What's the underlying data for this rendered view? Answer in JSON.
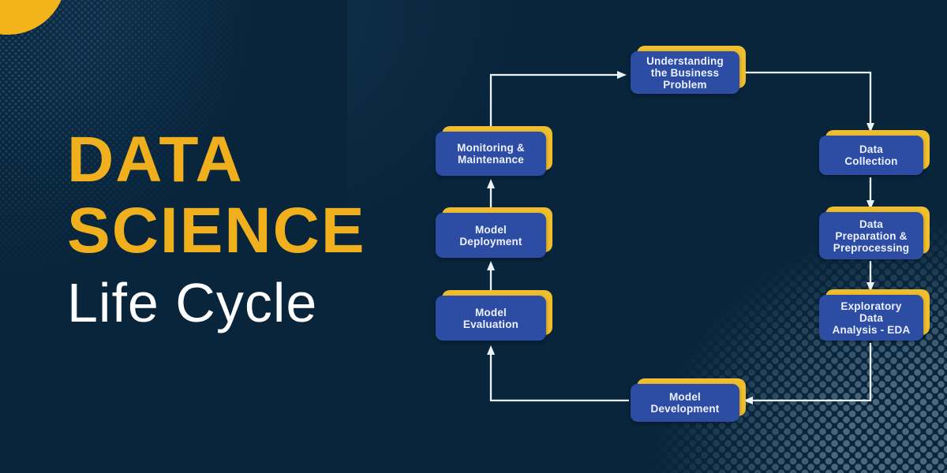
{
  "title": {
    "line1": "DATA",
    "line2": "SCIENCE",
    "subtitle": "Life Cycle"
  },
  "colors": {
    "background_navy": "#08253C",
    "title_yellow": "#F0B01E",
    "accent_yellow": "#EFBE2F",
    "corner_circle_yellow": "#F2B31B",
    "node_blue": "#2D4DA4",
    "node_text": "#EDF1FF",
    "connector_white": "#EDF3F4",
    "halftone_dots_top_left": "#1E425F",
    "halftone_dots_bottom_right": "#8AAABF"
  },
  "flowchart": {
    "nodes": [
      {
        "id": "understanding-the-business-problem",
        "label": [
          "Understanding",
          "the Business",
          "Problem"
        ]
      },
      {
        "id": "data-collection",
        "label": [
          "Data",
          "Collection"
        ]
      },
      {
        "id": "data-preparation-and-preprocessing",
        "label": [
          "Data",
          "Preparation &",
          "Preprocessing"
        ]
      },
      {
        "id": "exploratory-data-analysis-eda",
        "label": [
          "Exploratory",
          "Data",
          "Analysis - EDA"
        ]
      },
      {
        "id": "model-development",
        "label": [
          "Model",
          "Development"
        ]
      },
      {
        "id": "model-evaluation",
        "label": [
          "Model",
          "Evaluation"
        ]
      },
      {
        "id": "model-deployment",
        "label": [
          "Model",
          "Deployment"
        ]
      },
      {
        "id": "monitoring-and-maintenance",
        "label": [
          "Monitoring &",
          "Maintenance"
        ]
      }
    ],
    "connections": [
      {
        "from": "monitoring-and-maintenance",
        "to": "understanding-the-business-problem"
      },
      {
        "from": "understanding-the-business-problem",
        "to": "data-collection"
      },
      {
        "from": "data-collection",
        "to": "data-preparation-and-preprocessing"
      },
      {
        "from": "data-preparation-and-preprocessing",
        "to": "exploratory-data-analysis-eda"
      },
      {
        "from": "exploratory-data-analysis-eda",
        "to": "model-development"
      },
      {
        "from": "model-development",
        "to": "model-evaluation"
      },
      {
        "from": "model-evaluation",
        "to": "model-deployment"
      },
      {
        "from": "model-deployment",
        "to": "monitoring-and-maintenance"
      }
    ]
  }
}
